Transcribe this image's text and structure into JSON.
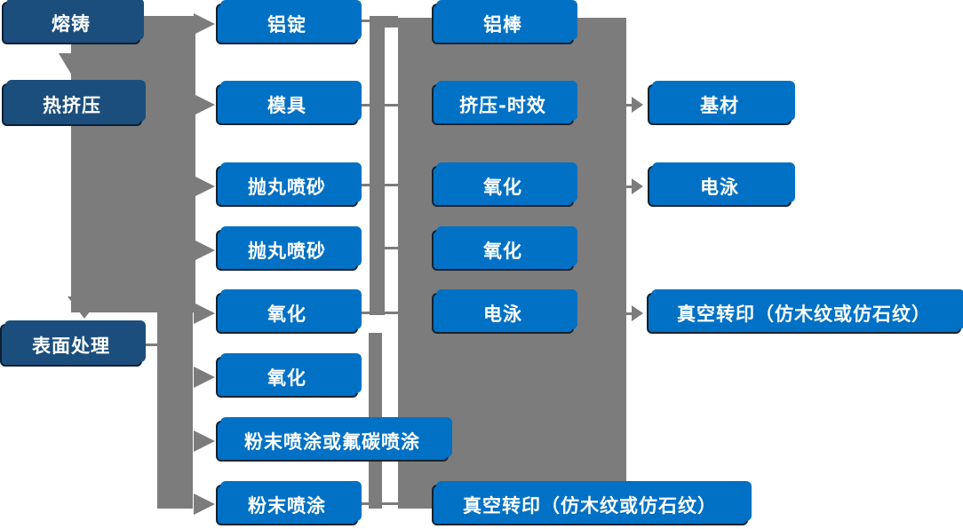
{
  "diagram": {
    "nodes": [
      {
        "label": "熔铸",
        "kind": "stage"
      },
      {
        "label": "热挤压",
        "kind": "stage"
      },
      {
        "label": "表面处理",
        "kind": "stage"
      },
      {
        "label": "铝锭",
        "kind": "step"
      },
      {
        "label": "模具",
        "kind": "step"
      },
      {
        "label": "抛丸喷砂",
        "kind": "step"
      },
      {
        "label": "抛丸喷砂",
        "kind": "step"
      },
      {
        "label": "氧化",
        "kind": "step"
      },
      {
        "label": "氧化",
        "kind": "step"
      },
      {
        "label": "粉末喷涂或氟碳喷涂",
        "kind": "step"
      },
      {
        "label": "粉末喷涂",
        "kind": "step"
      },
      {
        "label": "铝棒",
        "kind": "step"
      },
      {
        "label": "挤压-时效",
        "kind": "step"
      },
      {
        "label": "氧化",
        "kind": "step"
      },
      {
        "label": "氧化",
        "kind": "step"
      },
      {
        "label": "电泳",
        "kind": "step"
      },
      {
        "label": "真空转印（仿木纹或仿石纹）",
        "kind": "step"
      },
      {
        "label": "基材",
        "kind": "result"
      },
      {
        "label": "电泳",
        "kind": "result"
      },
      {
        "label": "真空转印（仿木纹或仿石纹）",
        "kind": "result"
      }
    ],
    "edges": {
      "vertical_chain": [
        "熔铸",
        "热挤压",
        "表面处理"
      ],
      "left_bus_targets": [
        "铝锭",
        "模具",
        "抛丸喷砂",
        "抛丸喷砂",
        "氧化",
        "氧化",
        "粉末喷涂或氟碳喷涂",
        "粉末喷涂"
      ],
      "right_block_targets": [
        "基材",
        "电泳",
        "真空转印（仿木纹或仿石纹）"
      ]
    }
  },
  "colors": {
    "node_blue": "#0071C5",
    "node_navy": "#1B4E7D",
    "node_border": "#16222E",
    "connector_gray": "#7C7C7C",
    "text": "#FFFFFF",
    "background": "#FFFFFF"
  }
}
